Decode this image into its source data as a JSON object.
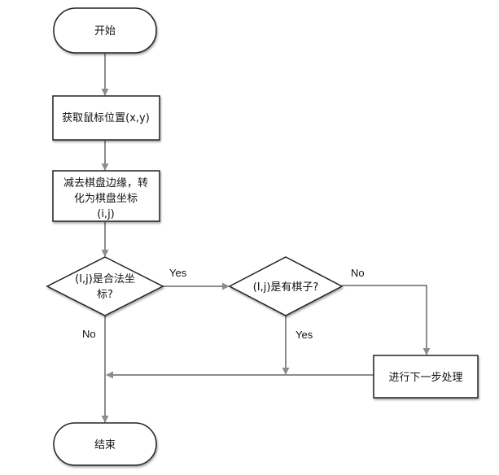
{
  "diagram": {
    "type": "flowchart",
    "colors": {
      "node_stroke": "#222222",
      "node_fill": "#ffffff",
      "edge": "#8c8c8c",
      "text": "#111111"
    },
    "nodes": [
      {
        "id": "start",
        "shape": "terminator",
        "lines": [
          "开始"
        ]
      },
      {
        "id": "get_mouse",
        "shape": "process",
        "lines": [
          "获取鼠标位置(x,y)"
        ]
      },
      {
        "id": "convert",
        "shape": "process",
        "lines": [
          "减去棋盘边缘，转",
          "化为棋盘坐标",
          "(i,j)"
        ]
      },
      {
        "id": "valid_check",
        "shape": "decision",
        "lines": [
          "(I,j)是合法坐",
          "标?"
        ]
      },
      {
        "id": "has_piece",
        "shape": "decision",
        "lines": [
          "(I,j)是有棋子?"
        ]
      },
      {
        "id": "next_step",
        "shape": "process",
        "lines": [
          "进行下一步处理"
        ]
      },
      {
        "id": "end",
        "shape": "terminator",
        "lines": [
          "结束"
        ]
      }
    ],
    "edges": [
      {
        "from": "start",
        "to": "get_mouse",
        "label": ""
      },
      {
        "from": "get_mouse",
        "to": "convert",
        "label": ""
      },
      {
        "from": "convert",
        "to": "valid_check",
        "label": ""
      },
      {
        "from": "valid_check",
        "to": "has_piece",
        "label": "Yes"
      },
      {
        "from": "valid_check",
        "to": "end",
        "label": "No"
      },
      {
        "from": "has_piece",
        "to": "return_line",
        "label": "Yes"
      },
      {
        "from": "has_piece",
        "to": "next_step",
        "label": "No"
      },
      {
        "from": "next_step",
        "to": "end",
        "label": ""
      }
    ]
  }
}
